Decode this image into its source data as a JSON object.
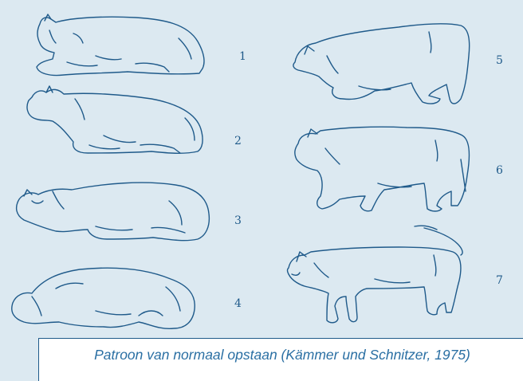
{
  "figure": {
    "stage_labels": [
      "1",
      "2",
      "3",
      "4",
      "5",
      "6",
      "7"
    ],
    "line_color": "#1f5a8a",
    "background_color": "#dce9f1"
  },
  "caption": {
    "text": "Patroon van normaal opstaan (Kämmer und Schnitzer, 1975)"
  }
}
